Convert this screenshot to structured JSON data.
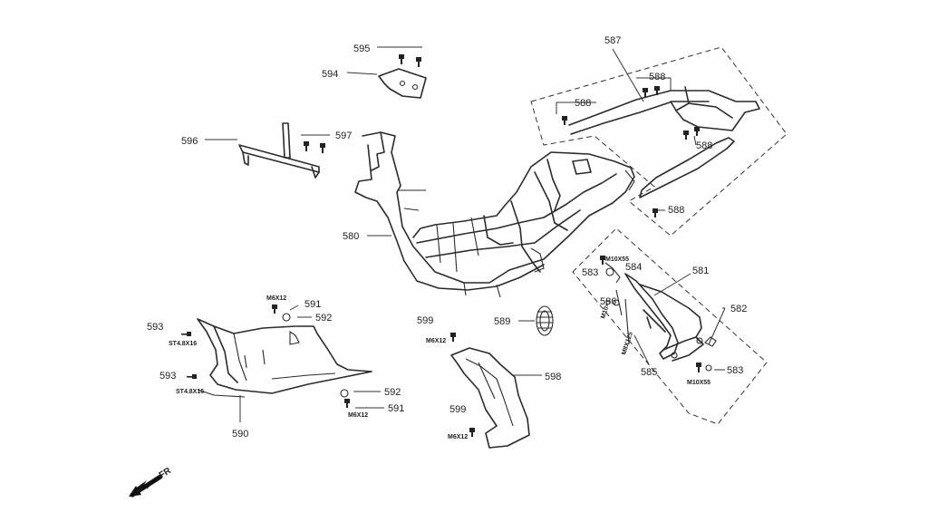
{
  "callouts": {
    "c580": "580",
    "c581": "581",
    "c582": "582",
    "c583a": "583",
    "c583b": "583",
    "c584": "584",
    "c585": "585",
    "c586": "586",
    "c587": "587",
    "c588a": "588",
    "c588b": "588",
    "c588c": "588",
    "c588d": "588",
    "c589": "589",
    "c590": "590",
    "c591a": "591",
    "c591b": "591",
    "c592a": "592",
    "c592b": "592",
    "c593a": "593",
    "c593b": "593",
    "c594": "594",
    "c595": "595",
    "c596": "596",
    "c597": "597",
    "c598": "598",
    "c599a": "599",
    "c599b": "599"
  },
  "fasteners": {
    "m6x12_a": "M6X12",
    "m6x12_b": "M6X12",
    "m6x12_c": "M6X12",
    "m6x12_d": "M6X12",
    "st48x16_a": "ST4.8X16",
    "st48x16_b": "ST4.8X16",
    "m10x55_a": "M10X55",
    "m10x55_b": "M10X55",
    "m10x1": "M10×1",
    "m8x125": "M8X125"
  },
  "direction": {
    "label": "FR"
  }
}
